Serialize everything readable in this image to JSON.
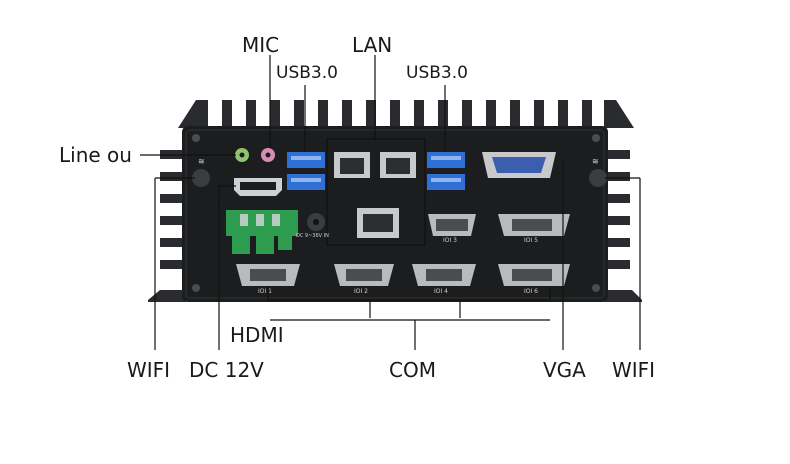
{
  "labels": {
    "mic": "MIC",
    "lan": "LAN",
    "usb_left": "USB3.0",
    "usb_right": "USB3.0",
    "line_out": "Line ou",
    "hdmi": "HDMI",
    "wifi_left": "WIFI",
    "dc": "DC 12V",
    "com": "COM",
    "vga": "VGA",
    "wifi_right": "WIFI"
  },
  "panel_marks": {
    "dc_spec": "DC 9~36V IN",
    "com1": "IOI 1",
    "com2": "IOI 2",
    "com3": "IOI 3",
    "com4": "IOI 4",
    "com5": "IOI 5",
    "com6": "IOI 6"
  },
  "colors": {
    "chassis": "#1c1d1f",
    "usb_blue": "#2f6fd6",
    "terminal_green": "#2e9c4f",
    "mic_pink": "#d98bb9",
    "lineout_green": "#8fc46a",
    "vga_blue": "#3b5fae"
  }
}
